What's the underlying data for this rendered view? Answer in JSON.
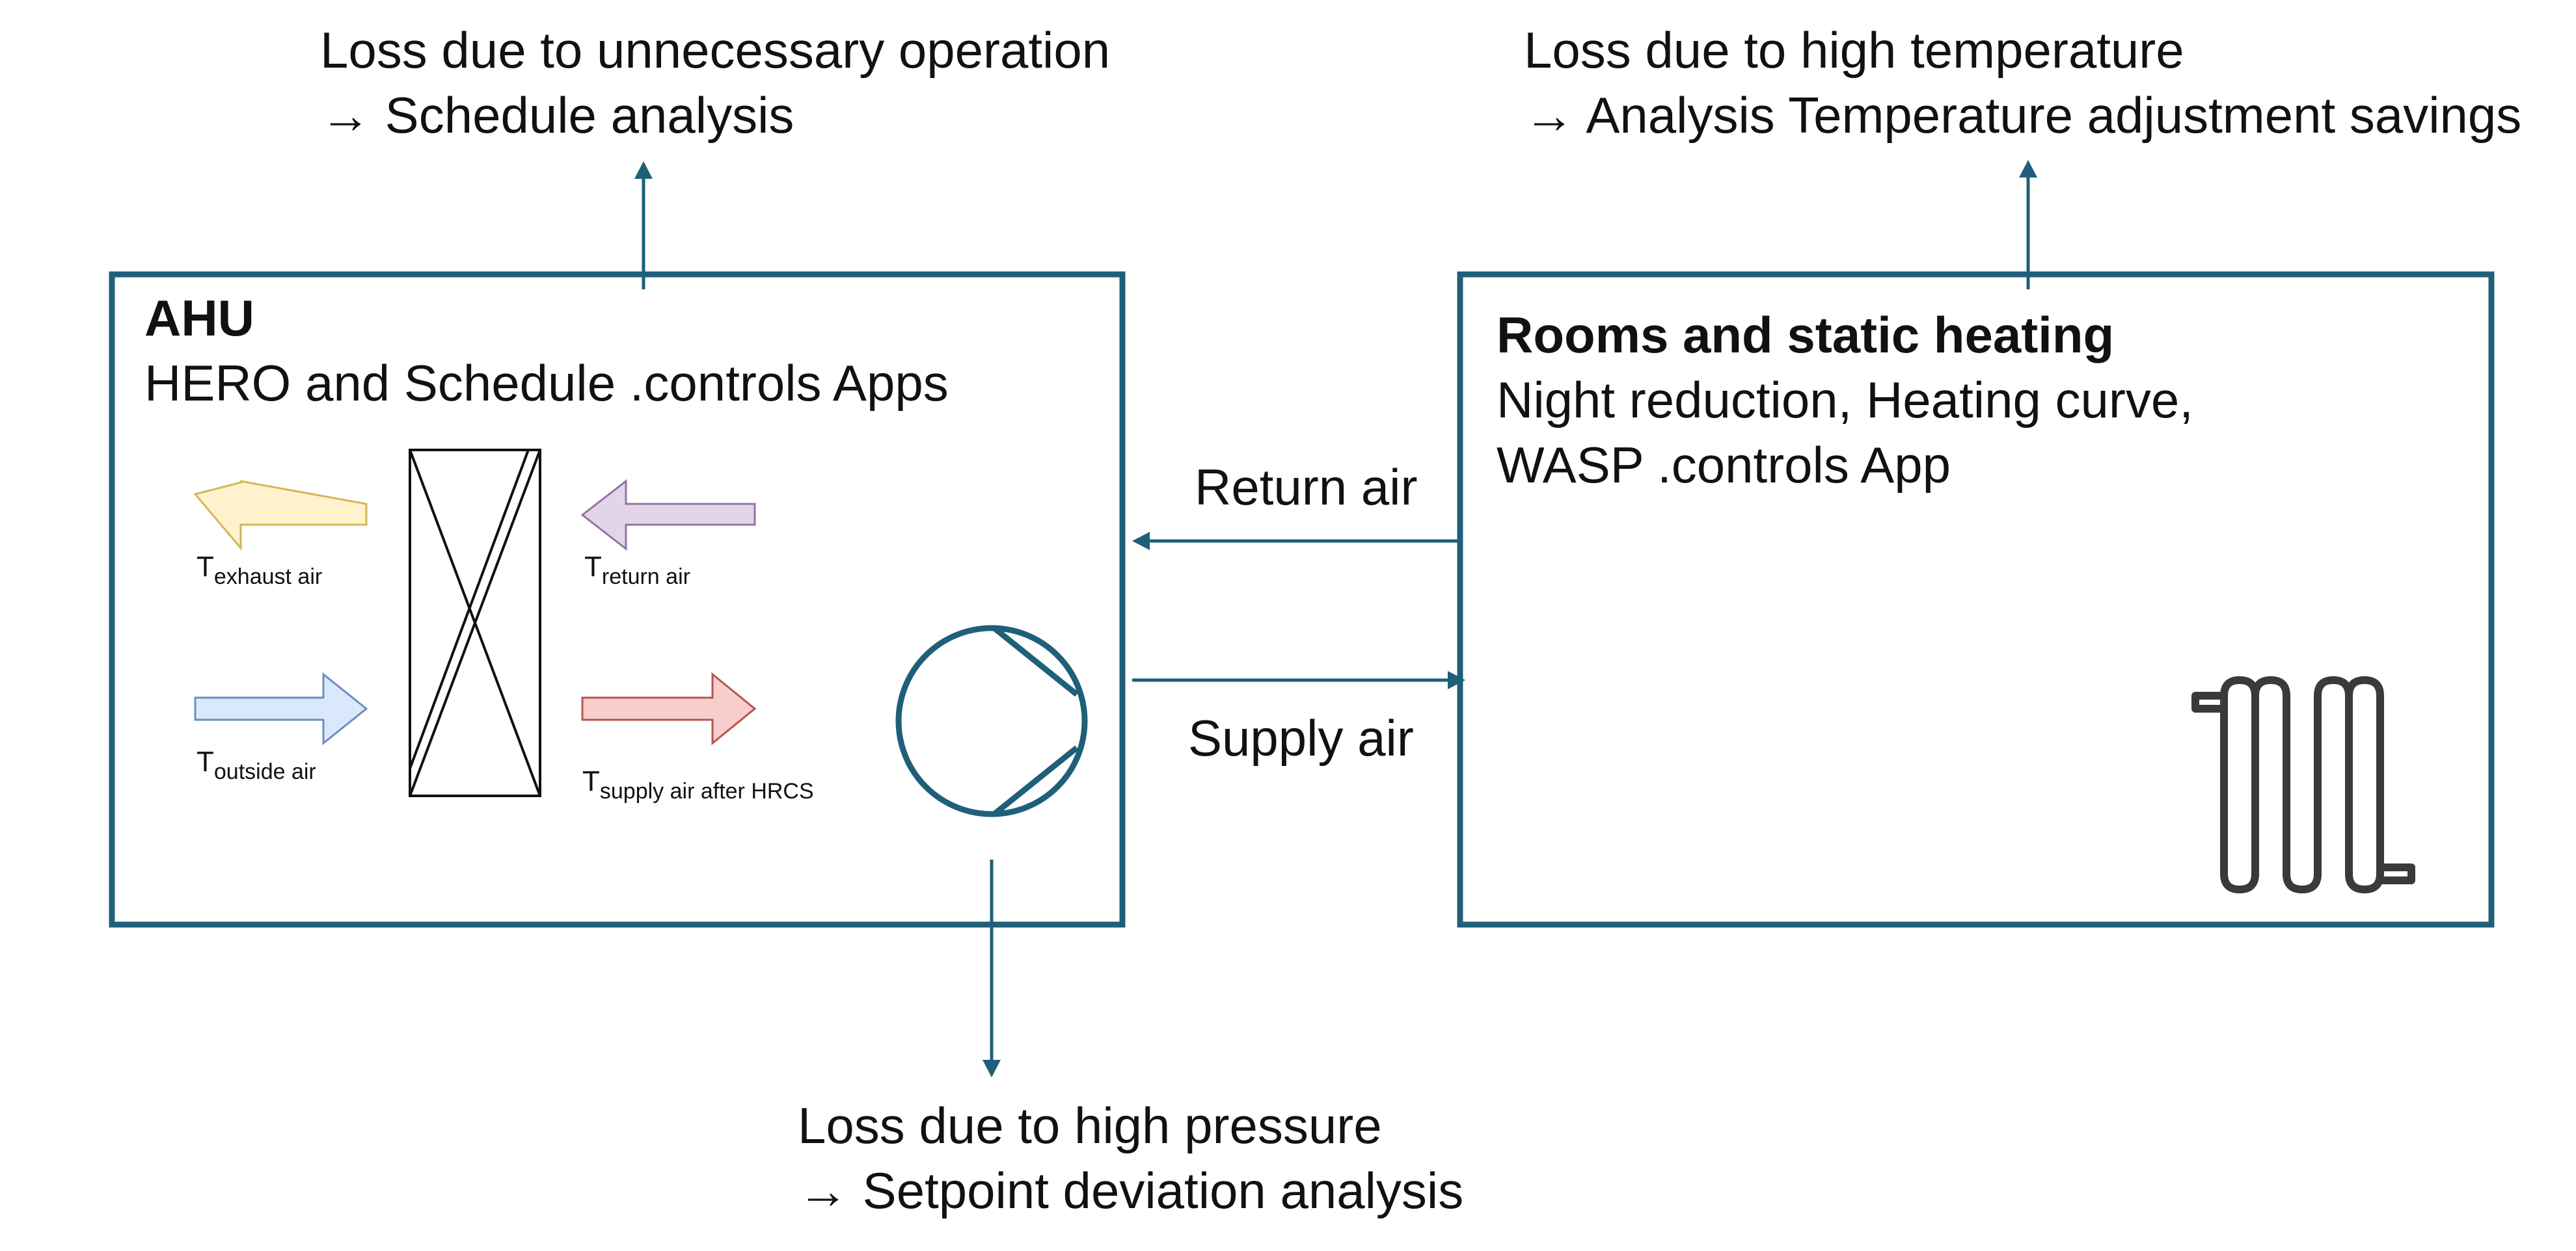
{
  "colors": {
    "accent": "#1f5f7a",
    "exhaust_fill": "#fff2cc",
    "exhaust_stroke": "#d6b656",
    "return_fill": "#e1d5e7",
    "return_stroke": "#9673a6",
    "outside_fill": "#dae8fc",
    "outside_stroke": "#6c8ebf",
    "supply_fill": "#f8cecc",
    "supply_stroke": "#b85450",
    "radiator": "#3a3a3a"
  },
  "annotations": {
    "top_left": {
      "line1": "Loss due to unnecessary operation",
      "line2": "→ Schedule analysis"
    },
    "top_right": {
      "line1": "Loss due to high temperature",
      "line2": "→ Analysis Temperature adjustment savings"
    },
    "bottom": {
      "line1": "Loss due to high pressure",
      "line2": "→ Setpoint deviation analysis"
    }
  },
  "ahu": {
    "title": "AHU",
    "subtitle": "HERO and Schedule .controls Apps",
    "labels": {
      "exhaust": {
        "main": "T",
        "sub": "exhaust air"
      },
      "return": {
        "main": "T",
        "sub": "return air"
      },
      "outside": {
        "main": "T",
        "sub": "outside air"
      },
      "supply": {
        "main": "T",
        "sub": "supply air after HRCS"
      }
    }
  },
  "rooms": {
    "title": "Rooms and static heating",
    "line1": "Night reduction, Heating curve,",
    "line2": "WASP .controls App"
  },
  "flows": {
    "return_air": "Return air",
    "supply_air": "Supply air"
  }
}
